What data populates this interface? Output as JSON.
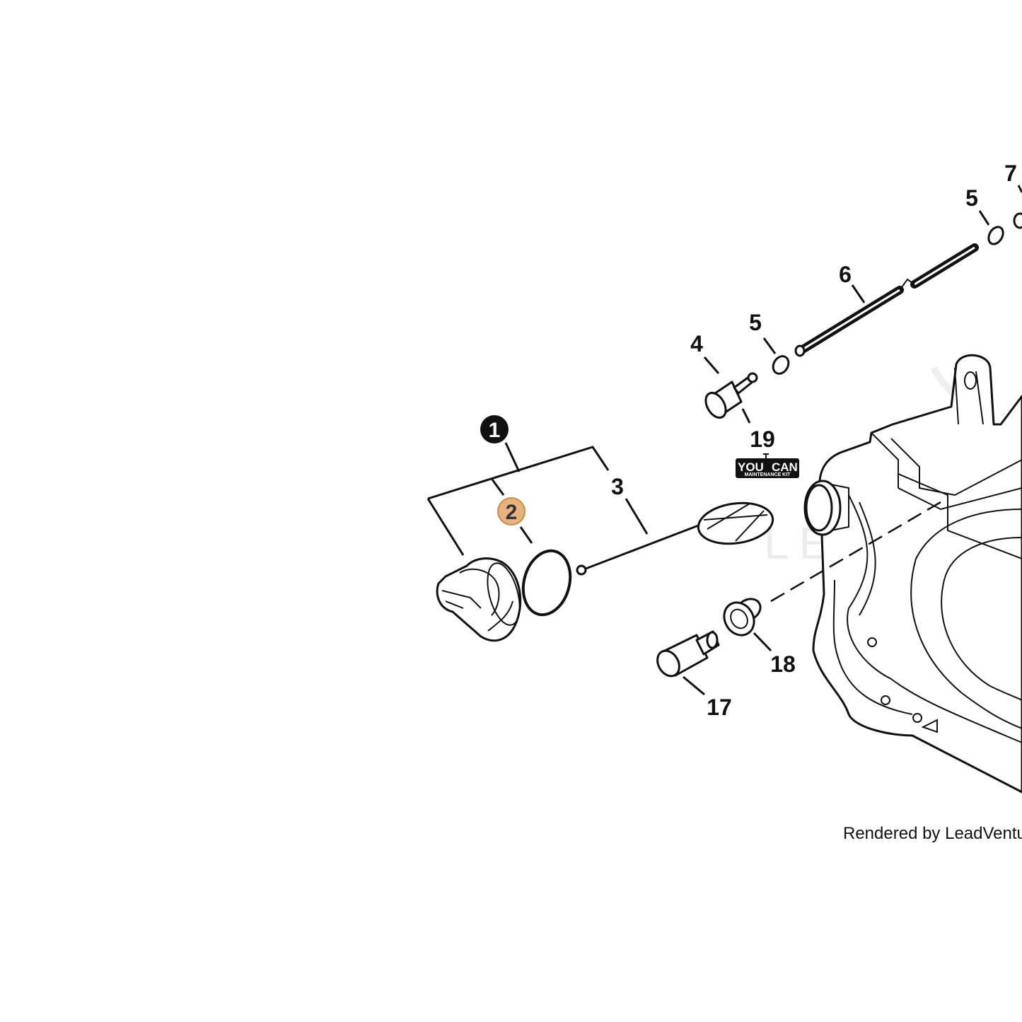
{
  "callouts": {
    "c1": "1",
    "c2": "2",
    "c3": "3",
    "c4": "4",
    "c5a": "5",
    "c5b": "5",
    "c6": "6",
    "c7": "7",
    "c17": "17",
    "c18": "18",
    "c19": "19"
  },
  "kit_badge": {
    "line1_left": "YOU",
    "line1_right": "CAN",
    "line2": "MAINTENANCE KIT"
  },
  "watermark": "LEADVENTURE",
  "credit": "Rendered by LeadVenture",
  "colors": {
    "highlight_fill": "#e6b27e",
    "highlight_stroke": "#c98a4d",
    "ink": "#111111"
  }
}
